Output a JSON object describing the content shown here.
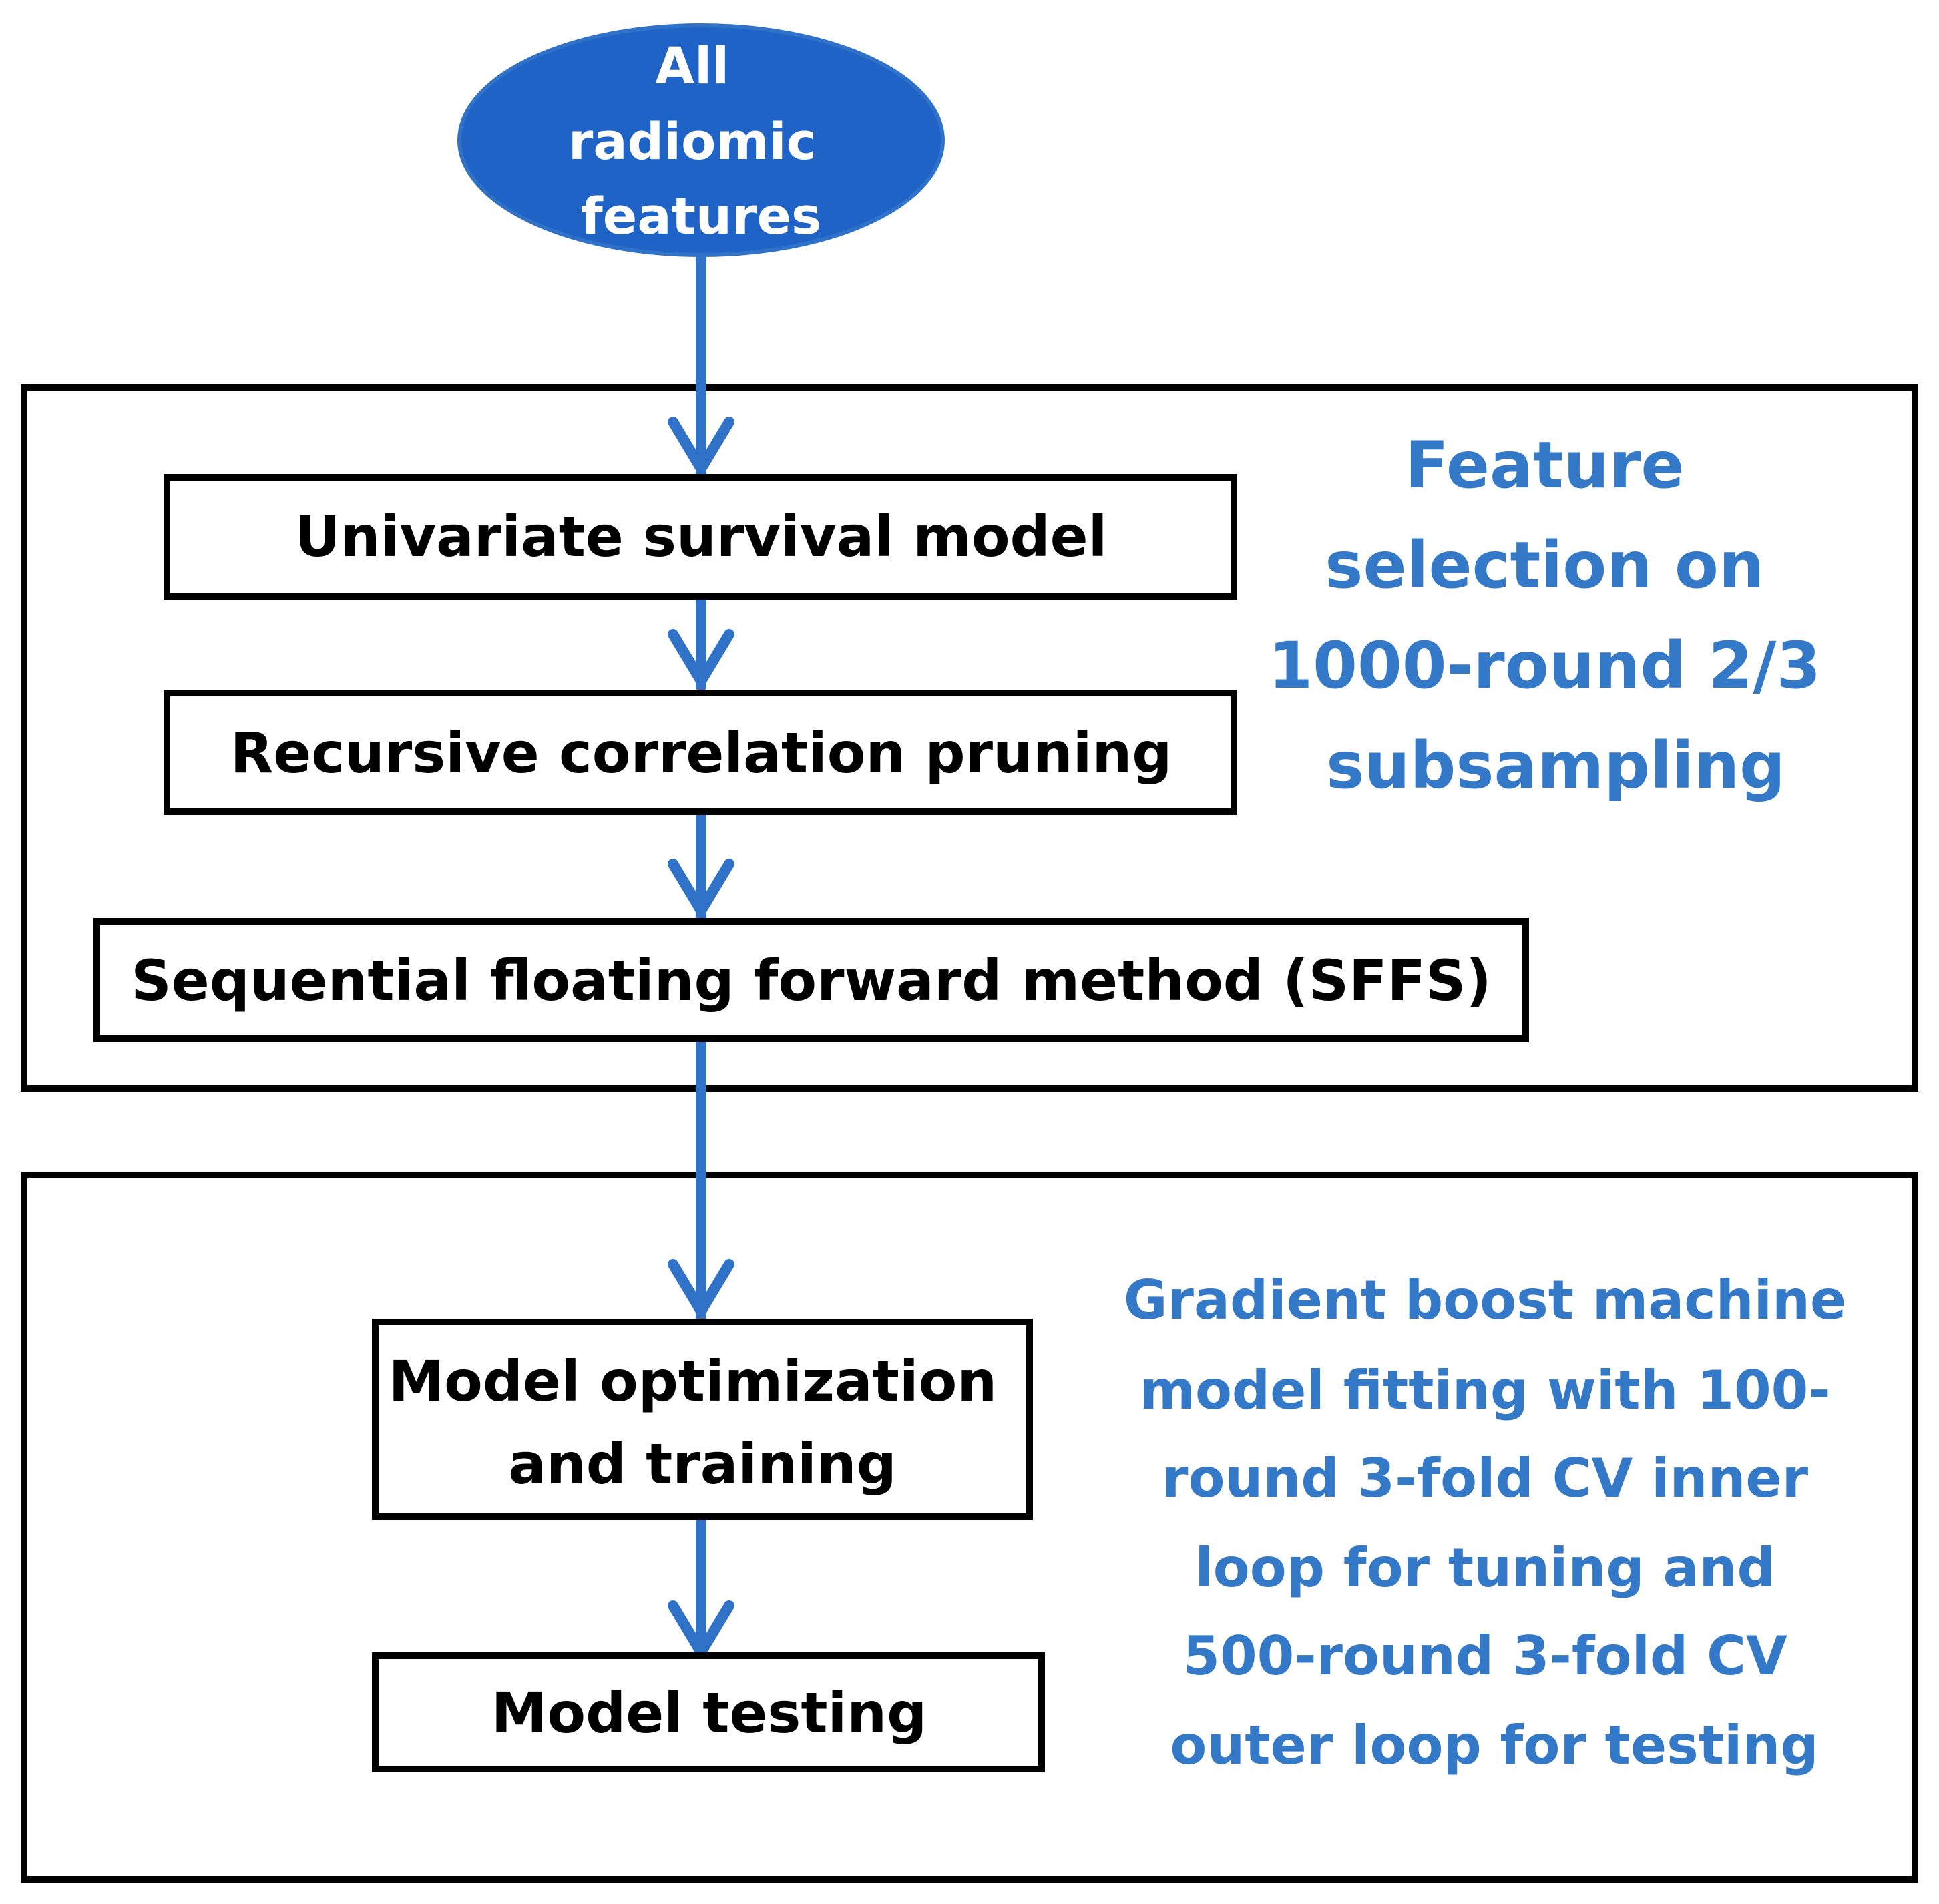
{
  "colors": {
    "accent_blue": "#2F72C8",
    "ellipse_fill": "#1F63C6",
    "box_stroke": "#000000",
    "side_text": "#3478C8"
  },
  "start_node": {
    "lines": [
      "All",
      "radiomic",
      "features"
    ]
  },
  "feature_selection": {
    "steps": [
      "Univariate survival model",
      "Recursive correlation pruning",
      "Sequential floating forward method (SFFS)"
    ],
    "caption_lines": [
      "Feature",
      "selection on",
      "1000-round 2/3",
      "subsampling"
    ]
  },
  "modeling": {
    "steps": [
      [
        "Model optimization",
        "and training"
      ],
      [
        "Model testing"
      ]
    ],
    "caption_lines": [
      "Gradient boost machine",
      "model fitting with 100-",
      "round 3-fold CV inner",
      "loop for tuning and",
      "500-round 3-fold CV",
      "outer loop for testing"
    ]
  }
}
